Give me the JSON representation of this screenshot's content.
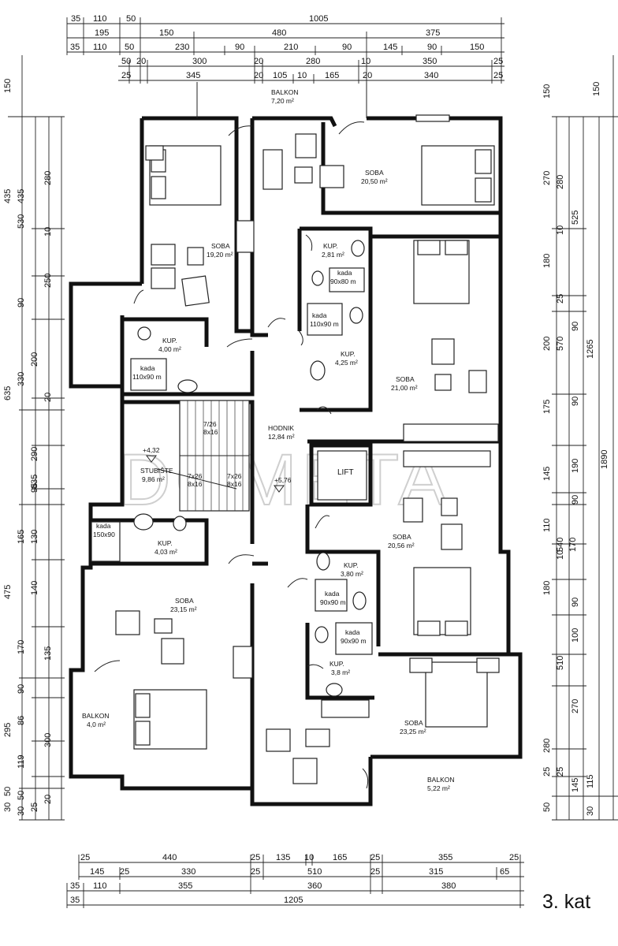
{
  "floor_label": "3. kat",
  "watermark": "DOMETA",
  "rooms": [
    {
      "id": "balkon-top",
      "name": "BALKON",
      "area": "7,20 m²"
    },
    {
      "id": "soba-nw",
      "name": "SOBA",
      "area": "19,20 m²"
    },
    {
      "id": "soba-ne",
      "name": "SOBA",
      "area": "20,50 m²"
    },
    {
      "id": "kup-1",
      "name": "KUP.",
      "area": "2,81 m²"
    },
    {
      "id": "kada-1",
      "name": "kada",
      "area": "90x80 m"
    },
    {
      "id": "kup-2",
      "name": "KUP.",
      "area": "4,00 m²"
    },
    {
      "id": "kada-2",
      "name": "kada",
      "area": "110x90 m"
    },
    {
      "id": "kada-3",
      "name": "kada",
      "area": "110x90 m"
    },
    {
      "id": "kup-3",
      "name": "KUP.",
      "area": "4,25 m²"
    },
    {
      "id": "soba-e",
      "name": "SOBA",
      "area": "21,00 m²"
    },
    {
      "id": "hodnik",
      "name": "HODNIK",
      "area": "12,84 m²"
    },
    {
      "id": "stubiste",
      "name": "STUBIŠTE",
      "area": "9,86 m²"
    },
    {
      "id": "kup-4",
      "name": "KUP.",
      "area": "4,03 m²"
    },
    {
      "id": "kada-4",
      "name": "kada",
      "area": "150x90"
    },
    {
      "id": "soba-e2",
      "name": "SOBA",
      "area": "20,56 m²"
    },
    {
      "id": "kup-5",
      "name": "KUP.",
      "area": "3,80 m²"
    },
    {
      "id": "kada-5",
      "name": "kada",
      "area": "90x90 m"
    },
    {
      "id": "kada-6",
      "name": "kada",
      "area": "90x90 m"
    },
    {
      "id": "kup-6",
      "name": "KUP.",
      "area": "3,8 m²"
    },
    {
      "id": "soba-sw",
      "name": "SOBA",
      "area": "23,15 m²"
    },
    {
      "id": "balkon-sw",
      "name": "BALKON",
      "area": "4,0 m²"
    },
    {
      "id": "soba-se",
      "name": "SOBA",
      "area": "23,25 m²"
    },
    {
      "id": "balkon-se",
      "name": "BALKON",
      "area": "5,22 m²"
    }
  ],
  "lift": "LIFT",
  "levels": [
    "+4,32",
    "+5,76"
  ],
  "stairs": [
    "7/26",
    "8x16",
    "7x26",
    "8x16",
    "7x26",
    "8x16"
  ],
  "dims": {
    "top_row1": [
      "35",
      "110",
      "50",
      "1005"
    ],
    "top_row2": [
      "195",
      "150",
      "480",
      "375"
    ],
    "top_row3": [
      "35",
      "110",
      "50",
      "230",
      "90",
      "210",
      "90",
      "145",
      "90",
      "150"
    ],
    "top_row4": [
      "50",
      "20",
      "300",
      "20",
      "280",
      "10",
      "350",
      "25"
    ],
    "top_row5": [
      "25",
      "345",
      "20",
      "105",
      "10",
      "165",
      "20",
      "340",
      "25"
    ],
    "bottom_row1": [
      "25",
      "440",
      "25",
      "135",
      "10",
      "165",
      "25",
      "355",
      "25"
    ],
    "bottom_row2": [
      "145",
      "25",
      "330",
      "25",
      "510",
      "25",
      "315",
      "65"
    ],
    "bottom_row3": [
      "35",
      "110",
      "355",
      "360",
      "380"
    ],
    "bottom_row4": [
      "35",
      "1205"
    ],
    "left_col1": [
      "150",
      "435",
      "635",
      "475",
      "295",
      "30",
      "50"
    ],
    "left_col2": [
      "435",
      "530",
      "90",
      "330",
      "835",
      "165",
      "90",
      "86",
      "119",
      "50",
      "25"
    ],
    "left_col3": [
      "280",
      "250",
      "200",
      "290",
      "95",
      "130",
      "140",
      "170",
      "135",
      "300",
      "20",
      "30",
      "10",
      "20"
    ],
    "right_col1": [
      "150",
      "270",
      "180",
      "200",
      "175",
      "145",
      "110",
      "170",
      "180",
      "280",
      "25",
      "50"
    ],
    "right_col2": [
      "280",
      "525",
      "25",
      "90",
      "570",
      "90",
      "190",
      "90",
      "540",
      "90",
      "100",
      "270",
      "145",
      "25"
    ],
    "right_col3": [
      "1265",
      "1890",
      "510",
      "115",
      "30"
    ],
    "right_col4": [
      "150",
      "10",
      "10"
    ]
  }
}
